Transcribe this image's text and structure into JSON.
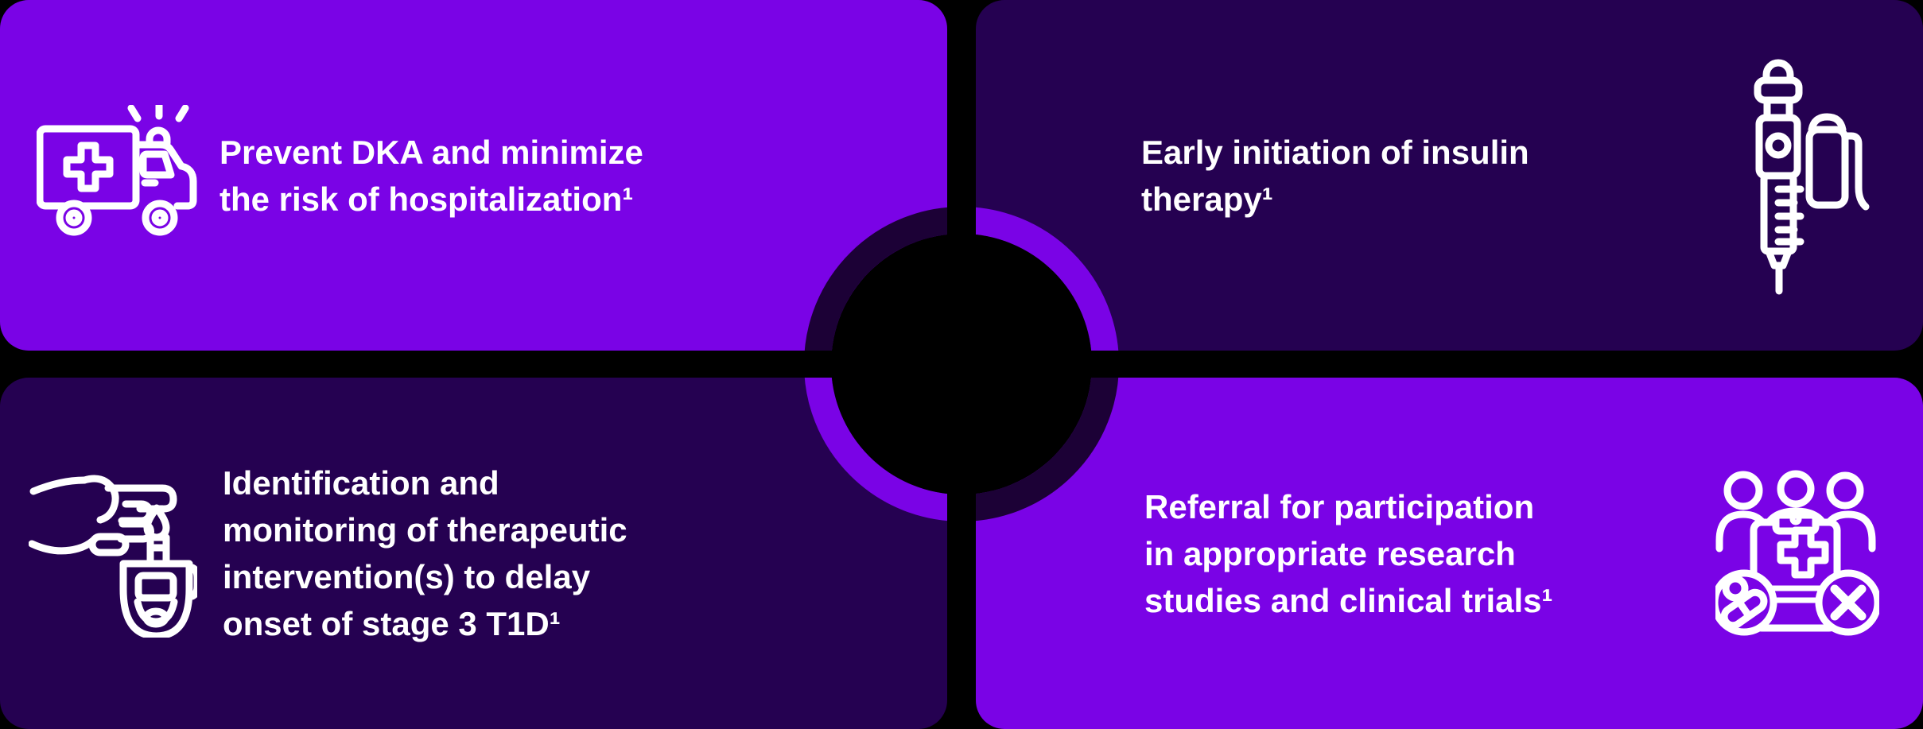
{
  "palette": {
    "background": "#000000",
    "bright_purple": "#7a03e6",
    "dark_purple": "#250151",
    "ring_dark": "#1c0136",
    "text_color": "#ffffff"
  },
  "cards": {
    "top_left": {
      "text": "Prevent DKA and minimize\nthe risk of hospitalization¹",
      "icon": "ambulance-icon"
    },
    "top_right": {
      "text": "Early initiation of insulin\ntherapy¹",
      "icon": "insulin-pen-icon"
    },
    "bottom_left": {
      "text": "Identification and\nmonitoring of therapeutic\nintervention(s) to delay\nonset of stage 3 T1D¹",
      "icon": "blood-glucose-meter-icon"
    },
    "bottom_right": {
      "text": "Referral for participation\nin appropriate research\nstudies and clinical trials¹",
      "icon": "clinical-trials-icon"
    }
  }
}
